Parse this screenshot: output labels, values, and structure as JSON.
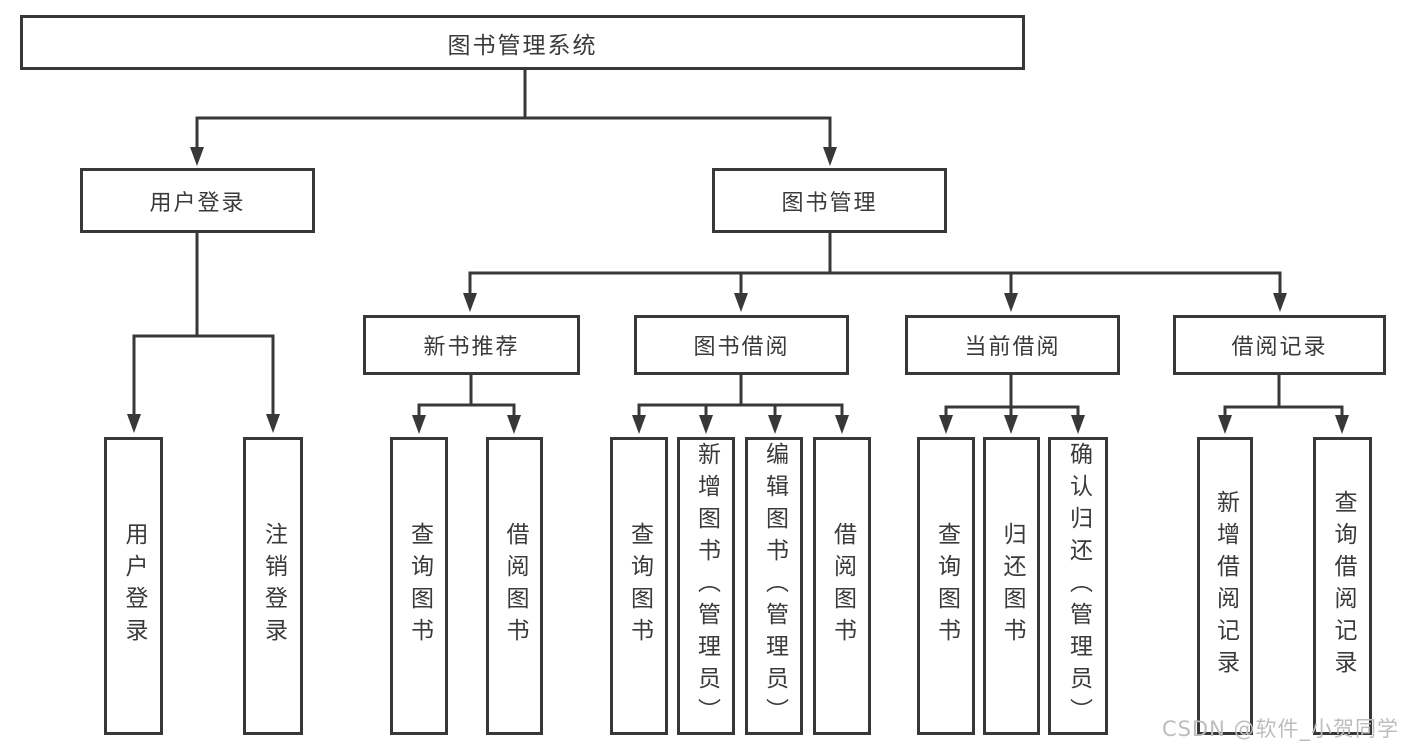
{
  "diagram": {
    "root": "图书管理系统",
    "level2": {
      "user_login": "用户登录",
      "book_mgmt": "图书管理"
    },
    "level3": {
      "new_book": "新书推荐",
      "book_borrow": "图书借阅",
      "current_borrow": "当前借阅",
      "borrow_records": "借阅记录"
    },
    "leaves": {
      "user_login": [
        "用户登录",
        "注销登录"
      ],
      "new_book": [
        "查询图书",
        "借阅图书"
      ],
      "book_borrow": [
        "查询图书",
        "新增图书（管理员）",
        "编辑图书（管理员）",
        "借阅图书"
      ],
      "current_borrow": [
        "查询图书",
        "归还图书",
        "确认归还（管理员）"
      ],
      "borrow_records": [
        "新增借阅记录",
        "查询借阅记录"
      ]
    }
  },
  "watermark": "CSDN @软件_小贺同学",
  "colors": {
    "line": "#383838",
    "text": "#3a3a3a",
    "watermark": "#bdbdbd",
    "background": "#ffffff"
  }
}
